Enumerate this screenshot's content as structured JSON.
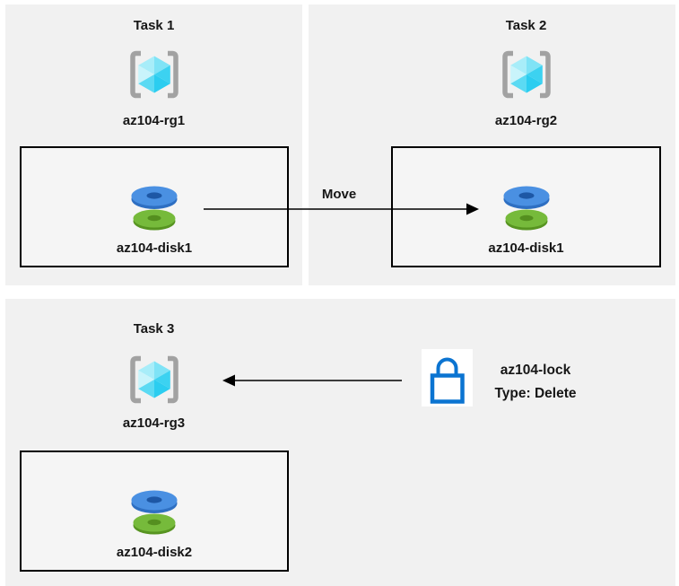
{
  "panels": [
    {
      "title": "Task 1",
      "resource_group": "az104-rg1",
      "disk": "az104-disk1"
    },
    {
      "title": "Task 2",
      "resource_group": "az104-rg2",
      "disk": "az104-disk1"
    },
    {
      "title": "Task 3",
      "resource_group": "az104-rg3",
      "disk": "az104-disk2"
    }
  ],
  "move_arrow": {
    "label": "Move"
  },
  "lock": {
    "name": "az104-lock",
    "type": "Type: Delete"
  },
  "icons": {
    "resource_group": "resource-group-icon",
    "disk": "managed-disk-icon",
    "lock": "lock-icon"
  },
  "colors": {
    "panel_bg": "#f1f1f1",
    "box_bg": "#f5f5f5",
    "box_border": "#000000",
    "text": "#161616",
    "arrow": "#000000",
    "lock_blue": "#0b74d1",
    "disk_blue": "#4a90e2",
    "disk_green": "#76ba3b",
    "cube_light": "#a8edf9",
    "cube_dark": "#2bcdf0",
    "bracket_gray": "#a2a2a2"
  }
}
